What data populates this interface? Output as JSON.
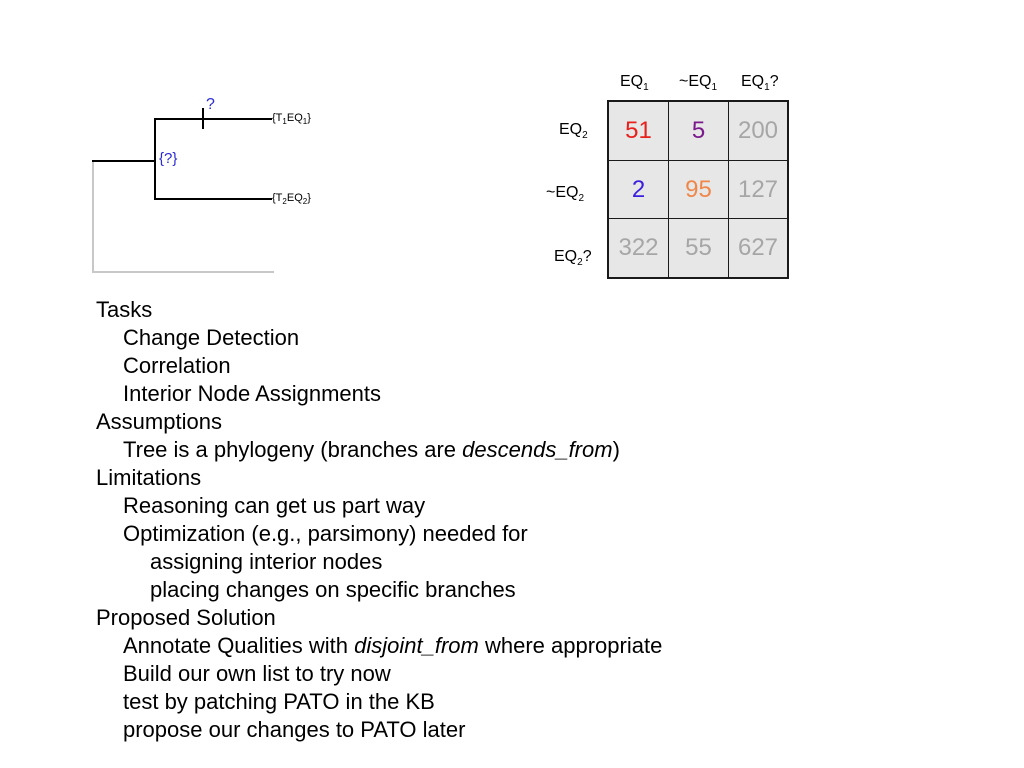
{
  "tree": {
    "question_mark": "?",
    "root_label": "{?}",
    "leaf_top": {
      "prefix": "{T",
      "s1": "1",
      "mid": "EQ",
      "s2": "1",
      "suffix": "}"
    },
    "leaf_bottom": {
      "prefix": "{T",
      "s1": "2",
      "mid": "EQ",
      "s2": "2",
      "suffix": "}"
    }
  },
  "matrix": {
    "col_headers": [
      {
        "text": "EQ",
        "sub": "1",
        "suffix": ""
      },
      {
        "text": "~EQ",
        "sub": "1",
        "suffix": ""
      },
      {
        "text": "EQ",
        "sub": "1",
        "suffix": "?"
      }
    ],
    "row_headers": [
      {
        "text": "EQ",
        "sub": "2",
        "suffix": ""
      },
      {
        "text": "~EQ",
        "sub": "2",
        "suffix": ""
      },
      {
        "text": "EQ",
        "sub": "2",
        "suffix": "?"
      }
    ],
    "cells": [
      [
        {
          "value": "51",
          "color": "#e8201c"
        },
        {
          "value": "5",
          "color": "#7a1a8c"
        },
        {
          "value": "200",
          "color": "#a6a6a6"
        }
      ],
      [
        {
          "value": "2",
          "color": "#3a1fe0"
        },
        {
          "value": "95",
          "color": "#f0874a"
        },
        {
          "value": "127",
          "color": "#a6a6a6"
        }
      ],
      [
        {
          "value": "322",
          "color": "#a6a6a6"
        },
        {
          "value": "55",
          "color": "#a6a6a6"
        },
        {
          "value": "627",
          "color": "#a6a6a6"
        }
      ]
    ]
  },
  "outline": {
    "tasks": "Tasks",
    "change_detection": "Change Detection",
    "correlation": "Correlation",
    "interior_node_assignments": "Interior Node Assignments",
    "assumptions": "Assumptions",
    "tree_phylogeny_pre": "Tree is a phylogeny (branches are ",
    "tree_phylogeny_em": "descends_from",
    "tree_phylogeny_post": ")",
    "limitations": "Limitations",
    "reasoning": "Reasoning can get us part way",
    "optimization": "Optimization (e.g., parsimony) needed for",
    "assigning_interior": "assigning interior nodes",
    "placing_changes": "placing changes on specific branches",
    "proposed_solution": "Proposed Solution",
    "annotate_pre": "Annotate Qualities with ",
    "annotate_em": "disjoint_from",
    "annotate_post": " where appropriate",
    "build_list": "Build our own list to try now",
    "test_patching": "test by patching PATO in the KB",
    "propose_changes": "propose our changes to PATO later"
  }
}
